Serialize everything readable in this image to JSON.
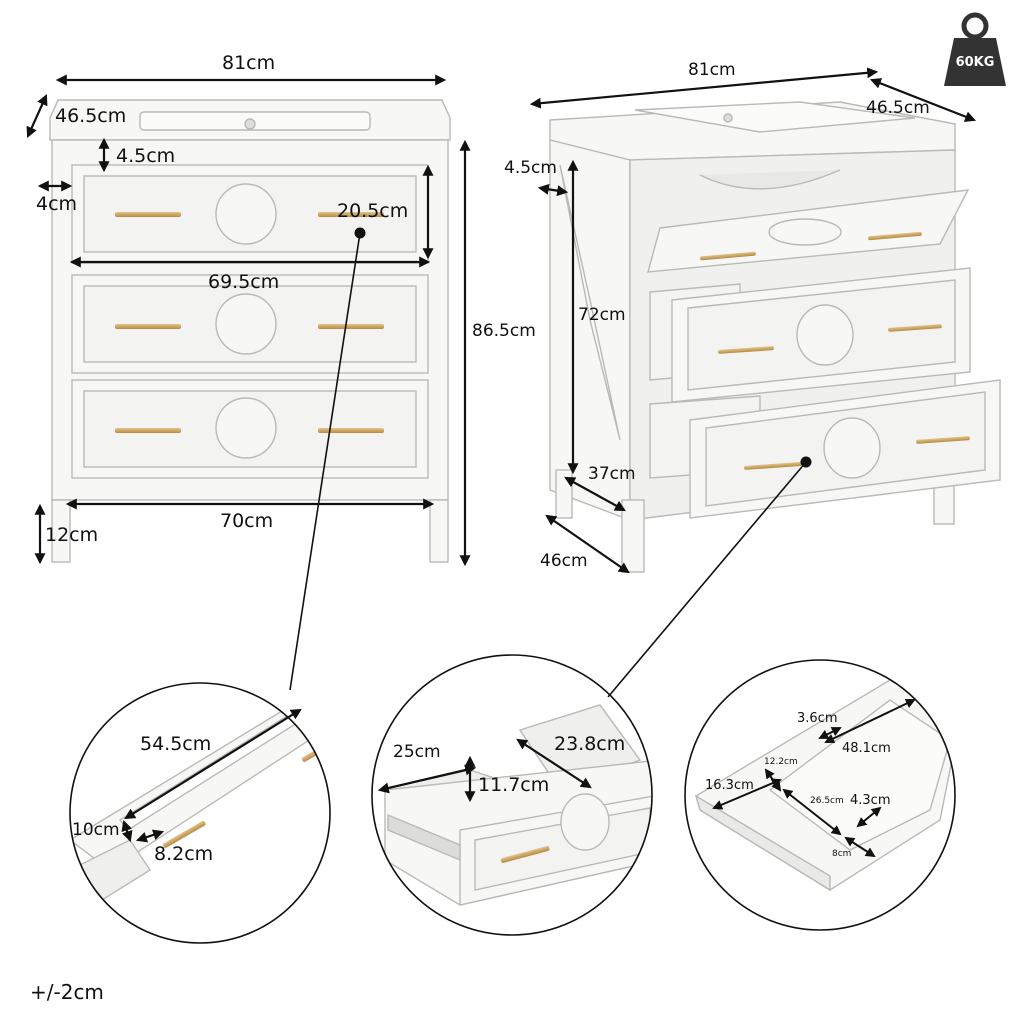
{
  "weight_badge": {
    "text": "60KG",
    "icon": "weight-icon",
    "color": "#333333"
  },
  "tolerance": "+/-2cm",
  "front_view": {
    "width_top": "81cm",
    "depth_top": "46.5cm",
    "top_thickness": "4.5cm",
    "side_frame": "4cm",
    "drawer_height": "20.5cm",
    "drawer_width": "69.5cm",
    "total_height": "86.5cm",
    "base_width": "70cm",
    "leg_height": "12cm"
  },
  "side_view": {
    "width_top": "81cm",
    "depth_top": "46.5cm",
    "side_thickness": "4.5cm",
    "cabinet_height": "72cm",
    "inner_depth": "37cm",
    "base_depth": "46cm"
  },
  "detail_tilt_drawer": {
    "length": "54.5cm",
    "height": "10cm",
    "depth": "8.2cm"
  },
  "detail_drawer": {
    "depth": "25cm",
    "width": "23.8cm",
    "height": "11.7cm"
  },
  "detail_basin": {
    "a": "3.6cm",
    "b": "48.1cm",
    "c": "12.2cm",
    "d": "16.3cm",
    "e": "26.5cm",
    "f": "4.3cm",
    "g": "8cm"
  },
  "colors": {
    "cabinet": "#f7f7f5",
    "outline": "#b9b9b6",
    "handle": "#c9a15c",
    "arrow": "#111111"
  }
}
